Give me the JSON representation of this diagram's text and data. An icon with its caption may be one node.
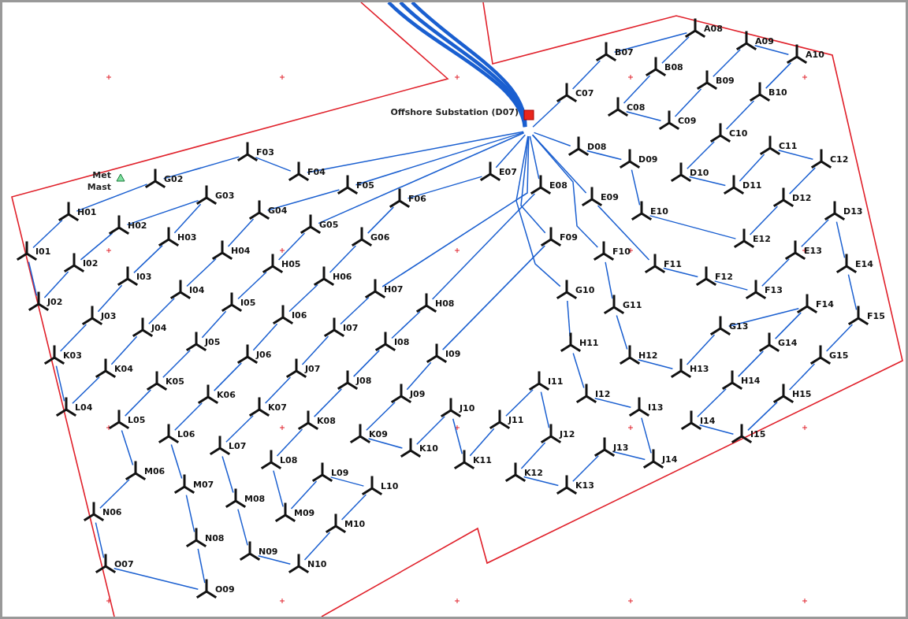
{
  "diagram": {
    "nodes": [
      {
        "text": [
          "Offshore Substation (D07)"
        ]
      },
      {
        "text": [
          "Met Mast"
        ]
      },
      {
        "text": [
          "A08"
        ]
      },
      {
        "text": [
          "A09"
        ]
      },
      {
        "text": [
          "A10"
        ]
      },
      {
        "text": [
          "B07"
        ]
      },
      {
        "text": [
          "B08"
        ]
      },
      {
        "text": [
          "B09"
        ]
      },
      {
        "text": [
          "B10"
        ]
      },
      {
        "text": [
          "C07"
        ]
      },
      {
        "text": [
          "C08"
        ]
      },
      {
        "text": [
          "C09"
        ]
      },
      {
        "text": [
          "C10"
        ]
      },
      {
        "text": [
          "C11"
        ]
      },
      {
        "text": [
          "C12"
        ]
      },
      {
        "text": [
          "D08"
        ]
      },
      {
        "text": [
          "D09"
        ]
      },
      {
        "text": [
          "D10"
        ]
      },
      {
        "text": [
          "D11"
        ]
      },
      {
        "text": [
          "D12"
        ]
      },
      {
        "text": [
          "D13"
        ]
      },
      {
        "text": [
          "E07"
        ]
      },
      {
        "text": [
          "E08"
        ]
      },
      {
        "text": [
          "E09"
        ]
      },
      {
        "text": [
          "E10"
        ]
      },
      {
        "text": [
          "E12"
        ]
      },
      {
        "text": [
          "E13"
        ]
      },
      {
        "text": [
          "E14"
        ]
      },
      {
        "text": [
          "F03"
        ]
      },
      {
        "text": [
          "F04"
        ]
      },
      {
        "text": [
          "F05"
        ]
      },
      {
        "text": [
          "F06"
        ]
      },
      {
        "text": [
          "F09"
        ]
      },
      {
        "text": [
          "F10"
        ]
      },
      {
        "text": [
          "F11"
        ]
      },
      {
        "text": [
          "F12"
        ]
      },
      {
        "text": [
          "F13"
        ]
      },
      {
        "text": [
          "F14"
        ]
      },
      {
        "text": [
          "F15"
        ]
      },
      {
        "text": [
          "G02"
        ]
      },
      {
        "text": [
          "G03"
        ]
      },
      {
        "text": [
          "G04"
        ]
      },
      {
        "text": [
          "G05"
        ]
      },
      {
        "text": [
          "G06"
        ]
      },
      {
        "text": [
          "G10"
        ]
      },
      {
        "text": [
          "G11"
        ]
      },
      {
        "text": [
          "G13"
        ]
      },
      {
        "text": [
          "G14"
        ]
      },
      {
        "text": [
          "G15"
        ]
      },
      {
        "text": [
          "H01"
        ]
      },
      {
        "text": [
          "H02"
        ]
      },
      {
        "text": [
          "H03"
        ]
      },
      {
        "text": [
          "H04"
        ]
      },
      {
        "text": [
          "H05"
        ]
      },
      {
        "text": [
          "H06"
        ]
      },
      {
        "text": [
          "H07"
        ]
      },
      {
        "text": [
          "H08"
        ]
      },
      {
        "text": [
          "H11"
        ]
      },
      {
        "text": [
          "H12"
        ]
      },
      {
        "text": [
          "H13"
        ]
      },
      {
        "text": [
          "H14"
        ]
      },
      {
        "text": [
          "H15"
        ]
      },
      {
        "text": [
          "I01"
        ]
      },
      {
        "text": [
          "I02"
        ]
      },
      {
        "text": [
          "I03"
        ]
      },
      {
        "text": [
          "I04"
        ]
      },
      {
        "text": [
          "I05"
        ]
      },
      {
        "text": [
          "I06"
        ]
      },
      {
        "text": [
          "I07"
        ]
      },
      {
        "text": [
          "I08"
        ]
      },
      {
        "text": [
          "I09"
        ]
      },
      {
        "text": [
          "I11"
        ]
      },
      {
        "text": [
          "I12"
        ]
      },
      {
        "text": [
          "I13"
        ]
      },
      {
        "text": [
          "I14"
        ]
      },
      {
        "text": [
          "I15"
        ]
      },
      {
        "text": [
          "J02"
        ]
      },
      {
        "text": [
          "J03"
        ]
      },
      {
        "text": [
          "J04"
        ]
      },
      {
        "text": [
          "J05"
        ]
      },
      {
        "text": [
          "J06"
        ]
      },
      {
        "text": [
          "J07"
        ]
      },
      {
        "text": [
          "J08"
        ]
      },
      {
        "text": [
          "J09"
        ]
      },
      {
        "text": [
          "J10"
        ]
      },
      {
        "text": [
          "J11"
        ]
      },
      {
        "text": [
          "J12"
        ]
      },
      {
        "text": [
          "J13"
        ]
      },
      {
        "text": [
          "J14"
        ]
      },
      {
        "text": [
          "K03"
        ]
      },
      {
        "text": [
          "K04"
        ]
      },
      {
        "text": [
          "K05"
        ]
      },
      {
        "text": [
          "K06"
        ]
      },
      {
        "text": [
          "K07"
        ]
      },
      {
        "text": [
          "K08"
        ]
      },
      {
        "text": [
          "K09"
        ]
      },
      {
        "text": [
          "K10"
        ]
      },
      {
        "text": [
          "K11"
        ]
      },
      {
        "text": [
          "K12"
        ]
      },
      {
        "text": [
          "K13"
        ]
      },
      {
        "text": [
          "L04"
        ]
      },
      {
        "text": [
          "L05"
        ]
      },
      {
        "text": [
          "L06"
        ]
      },
      {
        "text": [
          "L07"
        ]
      },
      {
        "text": [
          "L08"
        ]
      },
      {
        "text": [
          "L09"
        ]
      },
      {
        "text": [
          "L10"
        ]
      },
      {
        "text": [
          "M06"
        ]
      },
      {
        "text": [
          "M07"
        ]
      },
      {
        "text": [
          "M08"
        ]
      },
      {
        "text": [
          "M09"
        ]
      },
      {
        "text": [
          "M10"
        ]
      },
      {
        "text": [
          "N06"
        ]
      },
      {
        "text": [
          "N08"
        ]
      },
      {
        "text": [
          "N09"
        ]
      },
      {
        "text": [
          "N10"
        ]
      },
      {
        "text": [
          "O07"
        ]
      },
      {
        "text": [
          "O09"
        ]
      }
    ],
    "edges": [
      {
        "from": 0,
        "to": null,
        "arrow": "none",
        "style": "thick"
      },
      {
        "from": 0,
        "to": null,
        "arrow": "none",
        "style": "thick"
      },
      {
        "from": 0,
        "to": null,
        "arrow": "none",
        "style": "thick"
      },
      {
        "from": 0,
        "to": 29,
        "arrow": "none"
      },
      {
        "from": 29,
        "to": 28,
        "arrow": "none"
      },
      {
        "from": 28,
        "to": 39,
        "arrow": "none"
      },
      {
        "from": 39,
        "to": 49,
        "arrow": "none"
      },
      {
        "from": 49,
        "to": 62,
        "arrow": "none"
      },
      {
        "from": 62,
        "to": 76,
        "arrow": "none"
      },
      {
        "from": 76,
        "to": 63,
        "arrow": "none"
      },
      {
        "from": 63,
        "to": 50,
        "arrow": "none"
      },
      {
        "from": 50,
        "to": 40,
        "arrow": "none"
      },
      {
        "from": 40,
        "to": 51,
        "arrow": "none"
      },
      {
        "from": 51,
        "to": 64,
        "arrow": "none"
      },
      {
        "from": 64,
        "to": 77,
        "arrow": "none"
      },
      {
        "from": 77,
        "to": 89,
        "arrow": "none"
      },
      {
        "from": 89,
        "to": 100,
        "arrow": "none"
      },
      {
        "from": 100,
        "to": 90,
        "arrow": "none"
      },
      {
        "from": 90,
        "to": 78,
        "arrow": "none"
      },
      {
        "from": 78,
        "to": 65,
        "arrow": "none"
      },
      {
        "from": 65,
        "to": 52,
        "arrow": "none"
      },
      {
        "from": 52,
        "to": 41,
        "arrow": "none"
      },
      {
        "from": 41,
        "to": 30,
        "arrow": "none"
      },
      {
        "from": 30,
        "to": 0,
        "arrow": "none"
      },
      {
        "from": 0,
        "to": 42,
        "arrow": "none"
      },
      {
        "from": 42,
        "to": 53,
        "arrow": "none"
      },
      {
        "from": 53,
        "to": 66,
        "arrow": "none"
      },
      {
        "from": 66,
        "to": 79,
        "arrow": "none"
      },
      {
        "from": 79,
        "to": 91,
        "arrow": "none"
      },
      {
        "from": 91,
        "to": 101,
        "arrow": "none"
      },
      {
        "from": 101,
        "to": 107,
        "arrow": "none"
      },
      {
        "from": 107,
        "to": 112,
        "arrow": "none"
      },
      {
        "from": 112,
        "to": 116,
        "arrow": "none"
      },
      {
        "from": 116,
        "to": 117,
        "arrow": "none"
      },
      {
        "from": 117,
        "to": 113,
        "arrow": "none"
      },
      {
        "from": 113,
        "to": 108,
        "arrow": "none"
      },
      {
        "from": 108,
        "to": 102,
        "arrow": "none"
      },
      {
        "from": 102,
        "to": 92,
        "arrow": "none"
      },
      {
        "from": 92,
        "to": 80,
        "arrow": "none"
      },
      {
        "from": 80,
        "to": 67,
        "arrow": "none"
      },
      {
        "from": 67,
        "to": 54,
        "arrow": "none"
      },
      {
        "from": 54,
        "to": 43,
        "arrow": "none"
      },
      {
        "from": 43,
        "to": 31,
        "arrow": "none"
      },
      {
        "from": 31,
        "to": 21,
        "arrow": "none"
      },
      {
        "from": 21,
        "to": 0,
        "arrow": "none"
      },
      {
        "from": 0,
        "to": 55,
        "arrow": "none"
      },
      {
        "from": 55,
        "to": 68,
        "arrow": "none"
      },
      {
        "from": 68,
        "to": 81,
        "arrow": "none"
      },
      {
        "from": 81,
        "to": 93,
        "arrow": "none"
      },
      {
        "from": 93,
        "to": 103,
        "arrow": "none"
      },
      {
        "from": 103,
        "to": 109,
        "arrow": "none"
      },
      {
        "from": 109,
        "to": 114,
        "arrow": "none"
      },
      {
        "from": 114,
        "to": 115,
        "arrow": "none"
      },
      {
        "from": 115,
        "to": 111,
        "arrow": "none"
      },
      {
        "from": 111,
        "to": 106,
        "arrow": "none"
      },
      {
        "from": 106,
        "to": 105,
        "arrow": "none"
      },
      {
        "from": 105,
        "to": 110,
        "arrow": "none"
      },
      {
        "from": 110,
        "to": 104,
        "arrow": "none"
      },
      {
        "from": 104,
        "to": 94,
        "arrow": "none"
      },
      {
        "from": 94,
        "to": 82,
        "arrow": "none"
      },
      {
        "from": 82,
        "to": 69,
        "arrow": "none"
      },
      {
        "from": 69,
        "to": 56,
        "arrow": "none"
      },
      {
        "from": 56,
        "to": 22,
        "arrow": "none"
      },
      {
        "from": 22,
        "to": 0,
        "arrow": "none"
      },
      {
        "from": 0,
        "to": 32,
        "arrow": "none"
      },
      {
        "from": 32,
        "to": 70,
        "arrow": "none"
      },
      {
        "from": 70,
        "to": 83,
        "arrow": "none"
      },
      {
        "from": 83,
        "to": 95,
        "arrow": "none"
      },
      {
        "from": 95,
        "to": 96,
        "arrow": "none"
      },
      {
        "from": 96,
        "to": 84,
        "arrow": "none"
      },
      {
        "from": 84,
        "to": 97,
        "arrow": "none"
      },
      {
        "from": 97,
        "to": 85,
        "arrow": "none"
      },
      {
        "from": 85,
        "to": 71,
        "arrow": "none"
      },
      {
        "from": 71,
        "to": 86,
        "arrow": "none"
      },
      {
        "from": 86,
        "to": 98,
        "arrow": "none"
      },
      {
        "from": 98,
        "to": 99,
        "arrow": "none"
      },
      {
        "from": 99,
        "to": 87,
        "arrow": "none"
      },
      {
        "from": 87,
        "to": 88,
        "arrow": "none"
      },
      {
        "from": 88,
        "to": 73,
        "arrow": "none"
      },
      {
        "from": 73,
        "to": 72,
        "arrow": "none"
      },
      {
        "from": 72,
        "to": 57,
        "arrow": "none"
      },
      {
        "from": 57,
        "to": 44,
        "arrow": "none"
      },
      {
        "from": 44,
        "to": 0,
        "arrow": "none"
      },
      {
        "from": 0,
        "to": 33,
        "arrow": "none"
      },
      {
        "from": 33,
        "to": 45,
        "arrow": "none"
      },
      {
        "from": 45,
        "to": 58,
        "arrow": "none"
      },
      {
        "from": 58,
        "to": 59,
        "arrow": "none"
      },
      {
        "from": 59,
        "to": 46,
        "arrow": "none"
      },
      {
        "from": 46,
        "to": 37,
        "arrow": "none"
      },
      {
        "from": 37,
        "to": 47,
        "arrow": "none"
      },
      {
        "from": 47,
        "to": 60,
        "arrow": "none"
      },
      {
        "from": 60,
        "to": 74,
        "arrow": "none"
      },
      {
        "from": 74,
        "to": 75,
        "arrow": "none"
      },
      {
        "from": 75,
        "to": 61,
        "arrow": "none"
      },
      {
        "from": 61,
        "to": 48,
        "arrow": "none"
      },
      {
        "from": 48,
        "to": 38,
        "arrow": "none"
      },
      {
        "from": 38,
        "to": 27,
        "arrow": "none"
      },
      {
        "from": 27,
        "to": 20,
        "arrow": "none"
      },
      {
        "from": 20,
        "to": 26,
        "arrow": "none"
      },
      {
        "from": 26,
        "to": 36,
        "arrow": "none"
      },
      {
        "from": 36,
        "to": 35,
        "arrow": "none"
      },
      {
        "from": 35,
        "to": 34,
        "arrow": "none"
      },
      {
        "from": 34,
        "to": 23,
        "arrow": "none"
      },
      {
        "from": 23,
        "to": 0,
        "arrow": "none"
      },
      {
        "from": 0,
        "to": 15,
        "arrow": "none"
      },
      {
        "from": 15,
        "to": 16,
        "arrow": "none"
      },
      {
        "from": 16,
        "to": 24,
        "arrow": "none"
      },
      {
        "from": 24,
        "to": 25,
        "arrow": "none"
      },
      {
        "from": 25,
        "to": 19,
        "arrow": "none"
      },
      {
        "from": 19,
        "to": 14,
        "arrow": "none"
      },
      {
        "from": 14,
        "to": 13,
        "arrow": "none"
      },
      {
        "from": 13,
        "to": 18,
        "arrow": "none"
      },
      {
        "from": 18,
        "to": 17,
        "arrow": "none"
      },
      {
        "from": 17,
        "to": 12,
        "arrow": "none"
      },
      {
        "from": 12,
        "to": 8,
        "arrow": "none"
      },
      {
        "from": 8,
        "to": 4,
        "arrow": "none"
      },
      {
        "from": 4,
        "to": 3,
        "arrow": "none"
      },
      {
        "from": 3,
        "to": 7,
        "arrow": "none"
      },
      {
        "from": 7,
        "to": 11,
        "arrow": "none"
      },
      {
        "from": 11,
        "to": 10,
        "arrow": "none"
      },
      {
        "from": 10,
        "to": 6,
        "arrow": "none"
      },
      {
        "from": 6,
        "to": 2,
        "arrow": "none"
      },
      {
        "from": 2,
        "to": 5,
        "arrow": "none"
      },
      {
        "from": 5,
        "to": 9,
        "arrow": "none"
      },
      {
        "from": 9,
        "to": 0,
        "arrow": "none"
      }
    ]
  }
}
